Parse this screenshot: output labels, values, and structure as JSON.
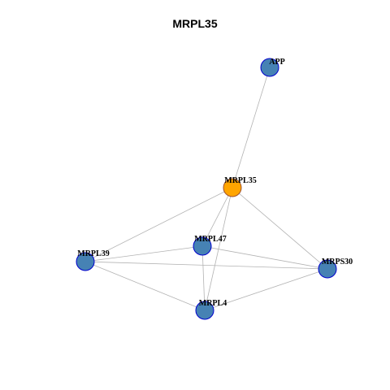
{
  "title": "MRPL35",
  "colors": {
    "edge": "#b3b3b3",
    "node_fill": "#4682b4",
    "node_stroke": "#0000cd",
    "focus_fill": "#ffa500",
    "focus_stroke": "#a0522d"
  },
  "nodes": [
    {
      "id": "APP",
      "label": "APP",
      "focus": false
    },
    {
      "id": "MRPL35",
      "label": "MRPL35",
      "focus": true
    },
    {
      "id": "MRPL47",
      "label": "MRPL47",
      "focus": false
    },
    {
      "id": "MRPL39",
      "label": "MRPL39",
      "focus": false
    },
    {
      "id": "MRPS30",
      "label": "MRPS30",
      "focus": false
    },
    {
      "id": "MRPL4",
      "label": "MRPL4",
      "focus": false
    }
  ],
  "edges": [
    [
      "APP",
      "MRPL35"
    ],
    [
      "MRPL35",
      "MRPL39"
    ],
    [
      "MRPL35",
      "MRPL47"
    ],
    [
      "MRPL35",
      "MRPS30"
    ],
    [
      "MRPL35",
      "MRPL4"
    ],
    [
      "MRPL39",
      "MRPL47"
    ],
    [
      "MRPL39",
      "MRPS30"
    ],
    [
      "MRPL39",
      "MRPL4"
    ],
    [
      "MRPL47",
      "MRPS30"
    ],
    [
      "MRPL47",
      "MRPL4"
    ],
    [
      "MRPL4",
      "MRPS30"
    ]
  ]
}
